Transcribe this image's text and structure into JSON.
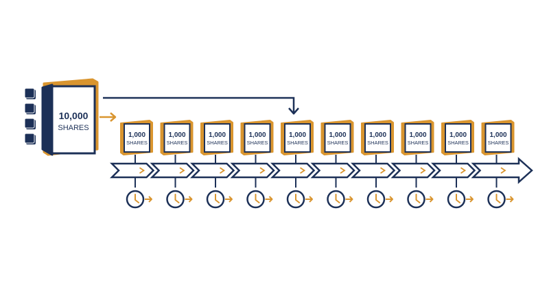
{
  "colors": {
    "navy": "#1c3057",
    "gold": "#d9952f",
    "book_face": "#ffffff",
    "background": "#ffffff"
  },
  "main_block": {
    "amount": "10,000",
    "unit": "SHARES"
  },
  "tranche_blocks": [
    {
      "amount": "1,000",
      "unit": "SHARES"
    },
    {
      "amount": "1,000",
      "unit": "SHARES"
    },
    {
      "amount": "1,000",
      "unit": "SHARES"
    },
    {
      "amount": "1,000",
      "unit": "SHARES"
    },
    {
      "amount": "1,000",
      "unit": "SHARES"
    },
    {
      "amount": "1,000",
      "unit": "SHARES"
    },
    {
      "amount": "1,000",
      "unit": "SHARES"
    },
    {
      "amount": "1,000",
      "unit": "SHARES"
    },
    {
      "amount": "1,000",
      "unit": "SHARES"
    },
    {
      "amount": "1,000",
      "unit": "SHARES"
    }
  ],
  "highlighted_tranche": 5,
  "side_squares_count": 4,
  "icons": {
    "timeline": "chevron-timeline-arrow",
    "interval": "clock-arrow-icon",
    "side": "small-block-icon"
  }
}
